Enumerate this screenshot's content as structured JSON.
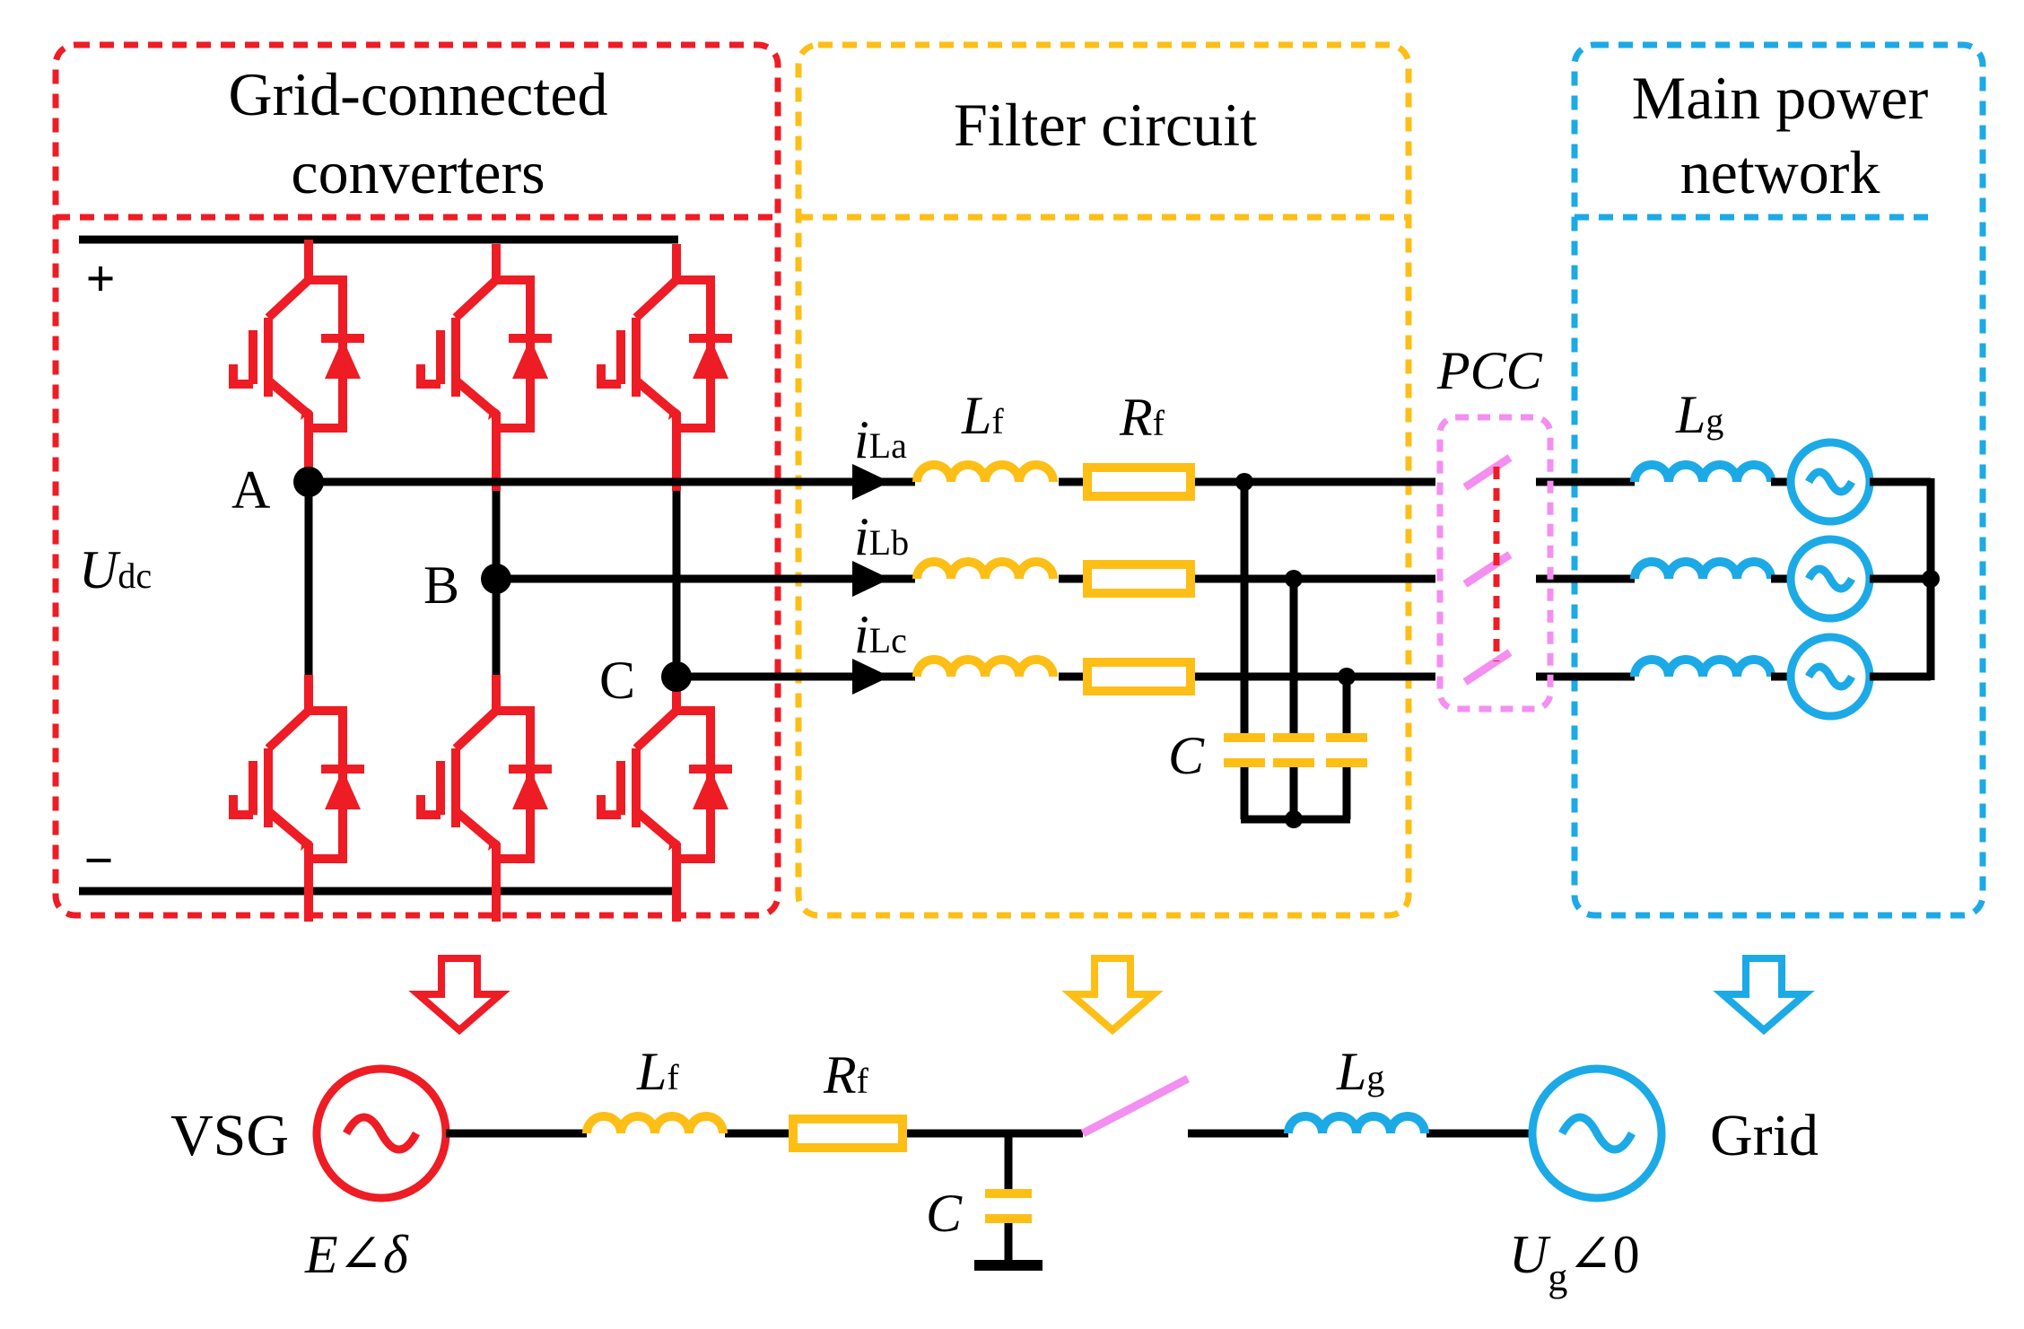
{
  "colors": {
    "converter": "#ee1c24",
    "filter": "#fdbe16",
    "network": "#1caae6",
    "pcc": "#f38ff0",
    "wire": "#000000"
  },
  "sections": {
    "converters": {
      "title_line1": "Grid-connected",
      "title_line2": "converters"
    },
    "filter": {
      "title": "Filter circuit"
    },
    "network": {
      "title_line1": "Main power",
      "title_line2": "network"
    }
  },
  "labels": {
    "plus": "+",
    "minus": "−",
    "udc_main": "U",
    "udc_sub": "dc",
    "node_a": "A",
    "node_b": "B",
    "node_c": "C",
    "ila_main": "i",
    "ila_sub": "La",
    "ilb_main": "i",
    "ilb_sub": "Lb",
    "ilc_main": "i",
    "ilc_sub": "Lc",
    "lf_main": "L",
    "lf_sub": "f",
    "rf_main": "R",
    "rf_sub": "f",
    "cap": "C",
    "pcc": "PCC",
    "lg_main": "L",
    "lg_sub": "g"
  },
  "equivalent": {
    "vsg": "VSG",
    "e_delta": "E∠δ",
    "lf_main": "L",
    "lf_sub": "f",
    "rf_main": "R",
    "rf_sub": "f",
    "cap": "C",
    "lg_main": "L",
    "lg_sub": "g",
    "grid": "Grid",
    "ug_main": "U",
    "ug_sub": "g",
    "ug_angle": "∠0"
  }
}
